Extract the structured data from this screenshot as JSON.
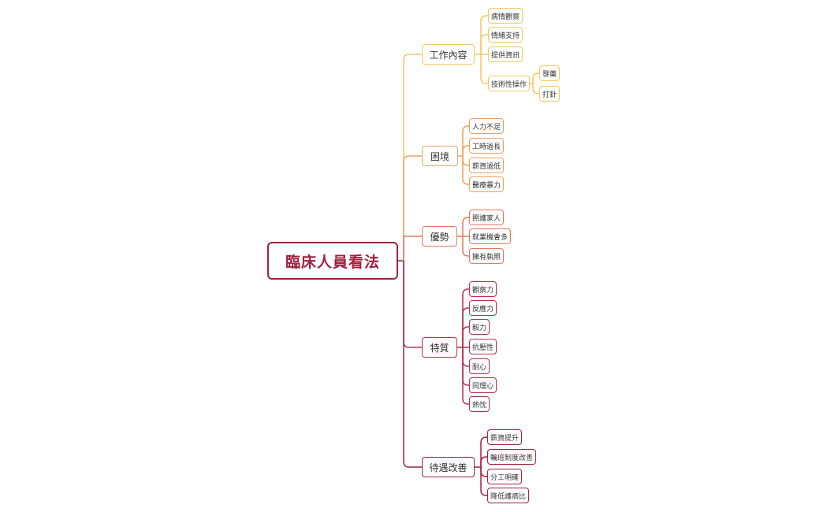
{
  "diagram": {
    "root": "臨床人員看法",
    "branches": [
      {
        "label": "工作內容",
        "color": "#f4c95d",
        "children": [
          "病情觀察",
          "情緒支持",
          "提供資訊",
          "技術性操作"
        ],
        "grandchildren": [
          "發藥",
          "打針"
        ]
      },
      {
        "label": "困境",
        "color": "#f0a060",
        "children": [
          "人力不足",
          "工時過長",
          "薪資過低",
          "醫療暴力"
        ]
      },
      {
        "label": "優勢",
        "color": "#e8785e",
        "children": [
          "照護家人",
          "就業機會多",
          "擁有執照"
        ]
      },
      {
        "label": "特質",
        "color": "#b8324b",
        "children": [
          "觀察力",
          "反應力",
          "毅力",
          "抗壓性",
          "耐心",
          "同理心",
          "熱忱"
        ]
      },
      {
        "label": "待遇改善",
        "color": "#a3203e",
        "children": [
          "薪資提升",
          "輪班制度改善",
          "分工明確",
          "降低護病比"
        ]
      }
    ]
  }
}
